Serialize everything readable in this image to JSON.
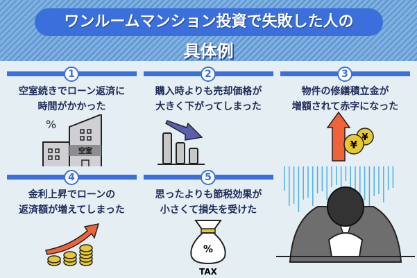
{
  "title": {
    "line1": "ワンルームマンション投資で失敗した人の",
    "line2": "具体例"
  },
  "cards": [
    {
      "number": "1",
      "line1": "空室続きでローン返済に",
      "line2": "時間がかかった",
      "icon": "vacant-building-icon",
      "building_label": "空室",
      "symbol": "%"
    },
    {
      "number": "2",
      "line1": "購入時よりも売却価格が",
      "line2": "大きく下がってしまった",
      "icon": "declining-bar-chart-icon"
    },
    {
      "number": "3",
      "line1": "物件の修繕積立金が",
      "line2": "増額されて赤字になった",
      "icon": "rising-arrow-yen-coins-icon",
      "coin_symbol": "¥"
    },
    {
      "number": "4",
      "line1": "金利上昇でローンの",
      "line2": "返済額が増えてしまった",
      "icon": "rising-arrow-coin-stacks-icon"
    },
    {
      "number": "5",
      "line1": "思ったよりも節税効果が",
      "line2": "小さくて損失を受けた",
      "icon": "tax-bag-icon",
      "bag_symbol": "%",
      "bag_label": "TAX"
    }
  ],
  "colors": {
    "accent": "#3a6fdc",
    "text": "#1e2a5a",
    "background": "#e5eef3",
    "arrow_red": "#f0623a",
    "coin": "#e8c832"
  }
}
